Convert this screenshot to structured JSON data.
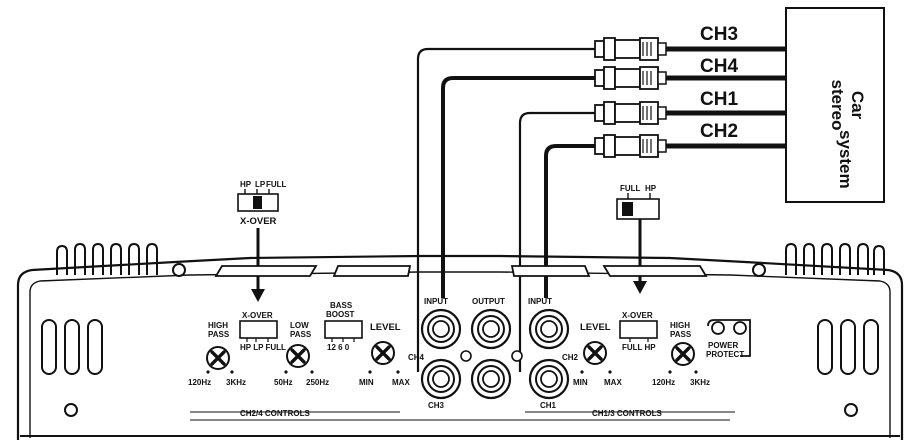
{
  "channels": [
    "CH3",
    "CH4",
    "CH1",
    "CH2"
  ],
  "stereo": {
    "line1": "Car",
    "line2": "stereo",
    "line3": "system"
  },
  "left_switch": {
    "options": [
      "HP",
      "LP",
      "FULL"
    ],
    "label": "X-OVER"
  },
  "right_switch": {
    "options": [
      "FULL",
      "HP"
    ]
  },
  "left_controls": {
    "high_pass": {
      "line1": "HIGH",
      "line2": "PASS",
      "min": "120Hz",
      "max": "3KHz"
    },
    "xover": {
      "label": "X-OVER",
      "options": "HP LP FULL"
    },
    "low_pass": {
      "line1": "LOW",
      "line2": "PASS",
      "min": "50Hz",
      "max": "250Hz"
    },
    "bass_boost": {
      "line1": "BASS",
      "line2": "BOOST",
      "values": "12 6 0"
    },
    "level": {
      "label": "LEVEL",
      "min": "MIN",
      "max": "MAX"
    },
    "section_label": "CH2/4 CONTROLS"
  },
  "jacks": {
    "input_left": "INPUT",
    "output": "OUTPUT",
    "input_right": "INPUT",
    "ch4": "CH4",
    "ch3": "CH3",
    "ch2": "CH2",
    "ch1": "CH1"
  },
  "right_controls": {
    "level": {
      "label": "LEVEL",
      "min": "MIN",
      "max": "MAX"
    },
    "xover": {
      "label": "X-OVER",
      "options": "FULL HP"
    },
    "high_pass": {
      "line1": "HIGH",
      "line2": "PASS",
      "min": "120Hz",
      "max": "3KHz"
    },
    "power": {
      "line1": "POWER",
      "line2": "PROTECT"
    },
    "section_label": "CH1/3 CONTROLS"
  }
}
